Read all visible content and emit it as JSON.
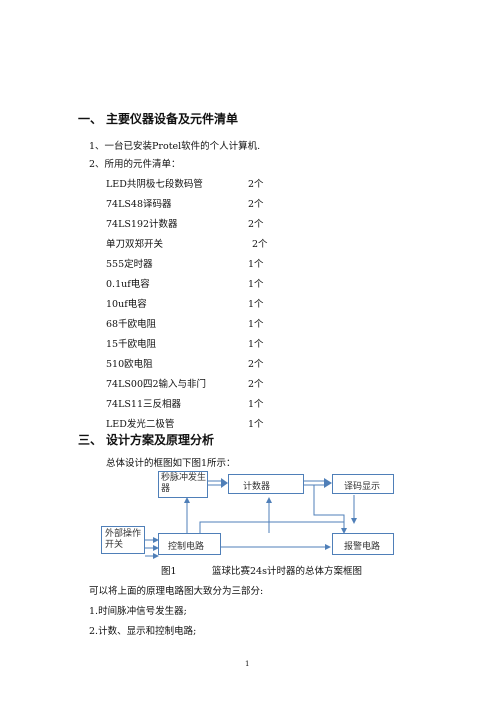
{
  "section1": {
    "number": "一、",
    "title": "主要仪器设备及元件清单"
  },
  "items": [
    "1、一台已安装Protel软件的个人计算机.",
    "2、所用的元件清单："
  ],
  "components": [
    {
      "name": "LED共阴极七段数码管",
      "qty": "2个"
    },
    {
      "name": "74LS48译码器",
      "qty": "2个"
    },
    {
      "name": "74LS192计数器",
      "qty": "2个"
    },
    {
      "name": "单刀双郑开关",
      "qty": "2个"
    },
    {
      "name": "555定时器",
      "qty": "1个"
    },
    {
      "name": "0.1uf电容",
      "qty": "1个"
    },
    {
      "name": "10uf电容",
      "qty": "1个"
    },
    {
      "name": "68千欧电阻",
      "qty": "1个"
    },
    {
      "name": "15千欧电阻",
      "qty": "1个"
    },
    {
      "name": "510欧电阻",
      "qty": "2个"
    },
    {
      "name": "74LS00四2输入与非门",
      "qty": "2个"
    },
    {
      "name": "74LS11三反相器",
      "qty": "1个"
    },
    {
      "name": "LED发光二极管",
      "qty": "1个"
    }
  ],
  "section3": {
    "number": "三、",
    "title": "设计方案及原理分析"
  },
  "intro": "总体设计的框图如下图1所示：",
  "diagram": {
    "pulse_gen": "秒脉冲发生器",
    "counter": "计数器",
    "decoder_display": "译码显示",
    "ext_switch": "外部操作开关",
    "control": "控制电路",
    "alarm": "报警电路",
    "line_color": "#4f7fb8"
  },
  "caption": {
    "num": "图1",
    "text": "篮球比赛24s计时器的总体方案框图"
  },
  "para": "可以将上面的原理电路图大致分为三部分:",
  "list": [
    "1.时间脉冲信号发生器;",
    "2.计数、显示和控制电路;"
  ],
  "page_number": "1"
}
